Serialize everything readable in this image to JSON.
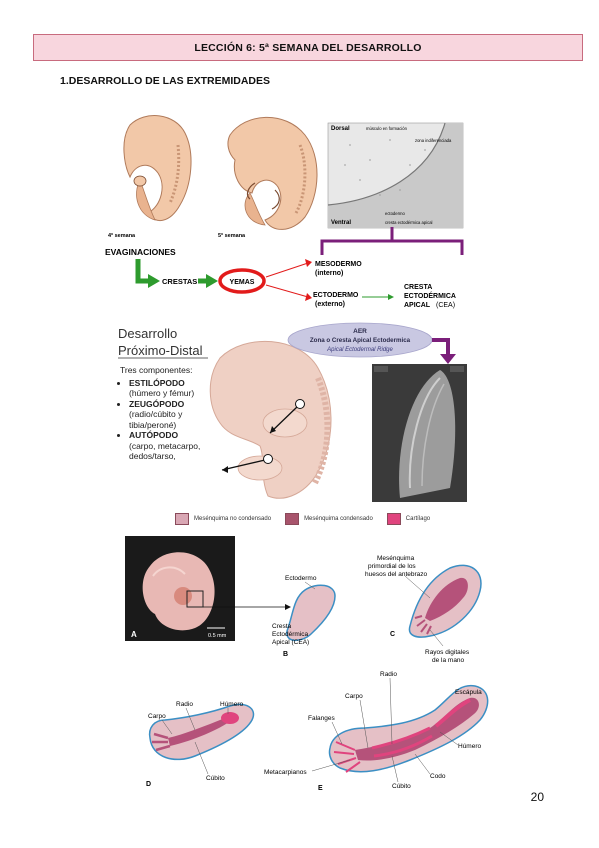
{
  "header": {
    "title": "LECCIÓN 6: 5ª SEMANA DEL DESARROLLO"
  },
  "section": {
    "title": "1.DESARROLLO DE LAS EXTREMIDADES"
  },
  "figure1": {
    "week4": "4ª semana",
    "week5": "5ª semana",
    "micro_dorsal": "Dorsal",
    "micro_ventral": "Ventral",
    "micro_musculo": "músculo en formación",
    "micro_zona": "zona indiferenciada",
    "micro_ecto": "ectodermo",
    "micro_cresta": "cresta ectodérmica apical",
    "evaginaciones": "EVAGINACIONES",
    "crestas": "CRESTAS",
    "yemas": "YEMAS",
    "mesodermo": "MESODERMO",
    "interno": "(interno)",
    "ectodermo": "ECTODERMO",
    "externo": "(externo)",
    "cresta1": "CRESTA",
    "cresta2": "ECTODÉRMICA",
    "cresta3": "APICAL",
    "cea": "(CEA)"
  },
  "figure2": {
    "title1": "Desarrollo",
    "title2": "Próximo-Distal",
    "aer": "AER",
    "aer_es": "Zona o Cresta Apical Ectodermica",
    "aer_en": "Apical Ectodermal Ridge",
    "intro": "Tres componentes:",
    "items": [
      {
        "name": "ESTILÓPODO",
        "desc": "(húmero y fémur)"
      },
      {
        "name": "ZEUGÓPODO",
        "desc": "(radio/cúbito y tibia/peroné)"
      },
      {
        "name": "AUTÓPODO",
        "desc": "(carpo, metacarpo, dedos/tarso,"
      }
    ]
  },
  "legend": [
    {
      "label": "Mesénquima no condensado",
      "color": "#d9a7b4"
    },
    {
      "label": "Mesénquima condensado",
      "color": "#a8546c"
    },
    {
      "label": "Cartílago",
      "color": "#e0447e"
    }
  ],
  "figure3": {
    "A": "A",
    "scale": "0.5 mm",
    "B": "B",
    "ectodermo": "Ectodermo",
    "cea1": "Cresta",
    "cea2": "Ectodérmica",
    "cea3": "Apical (CEA)",
    "C": "C",
    "mes1": "Mesénquima",
    "mes2": "primordial de los",
    "mes3": "huesos del antebrazo",
    "rayos1": "Rayos digitales",
    "rayos2": "de la mano",
    "D": "D",
    "carpo": "Carpo",
    "radio": "Radio",
    "humero": "Húmero",
    "cubito": "Cúbito",
    "E": "E",
    "radio2": "Radio",
    "carpo2": "Carpo",
    "escapula": "Escápula",
    "falanges": "Falanges",
    "humero2": "Húmero",
    "metacarpianos": "Metacarpianos",
    "codo": "Codo",
    "cubito2": "Cúbito"
  },
  "page": {
    "number": "20"
  }
}
